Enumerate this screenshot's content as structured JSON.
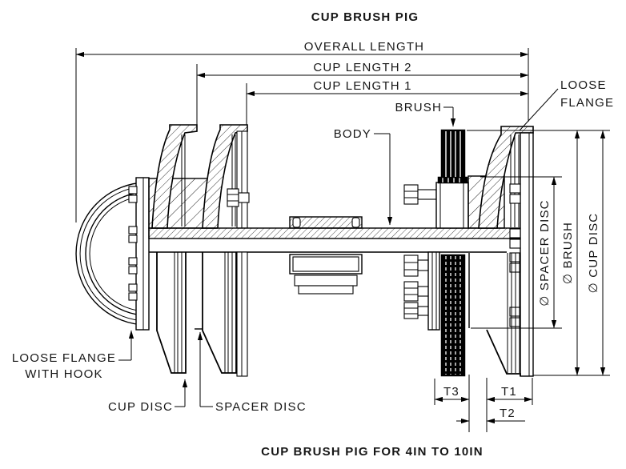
{
  "titles": {
    "top": "CUP BRUSH PIG",
    "bottom": "CUP BRUSH PIG FOR 4IN TO 10IN"
  },
  "dimensions": {
    "overall_length": "OVERALL LENGTH",
    "cup_length_2": "CUP LENGTH 2",
    "cup_length_1": "CUP LENGTH 1",
    "dia_spacer_disc": "∅ SPACER DISC",
    "dia_brush": "∅ BRUSH",
    "dia_cup_disc": "∅ CUP DISC",
    "t1": "T1",
    "t2": "T2",
    "t3": "T3"
  },
  "labels": {
    "loose_flange_line1": "LOOSE",
    "loose_flange_line2": "FLANGE",
    "brush": "BRUSH",
    "body": "BODY",
    "loose_flange_with_hook_line1": "LOOSE FLANGE",
    "loose_flange_with_hook_line2": "WITH HOOK",
    "cup_disc": "CUP DISC",
    "spacer_disc": "SPACER DISC"
  },
  "colors": {
    "line": "#000000",
    "background": "#ffffff",
    "brush_fill": "#000000"
  }
}
